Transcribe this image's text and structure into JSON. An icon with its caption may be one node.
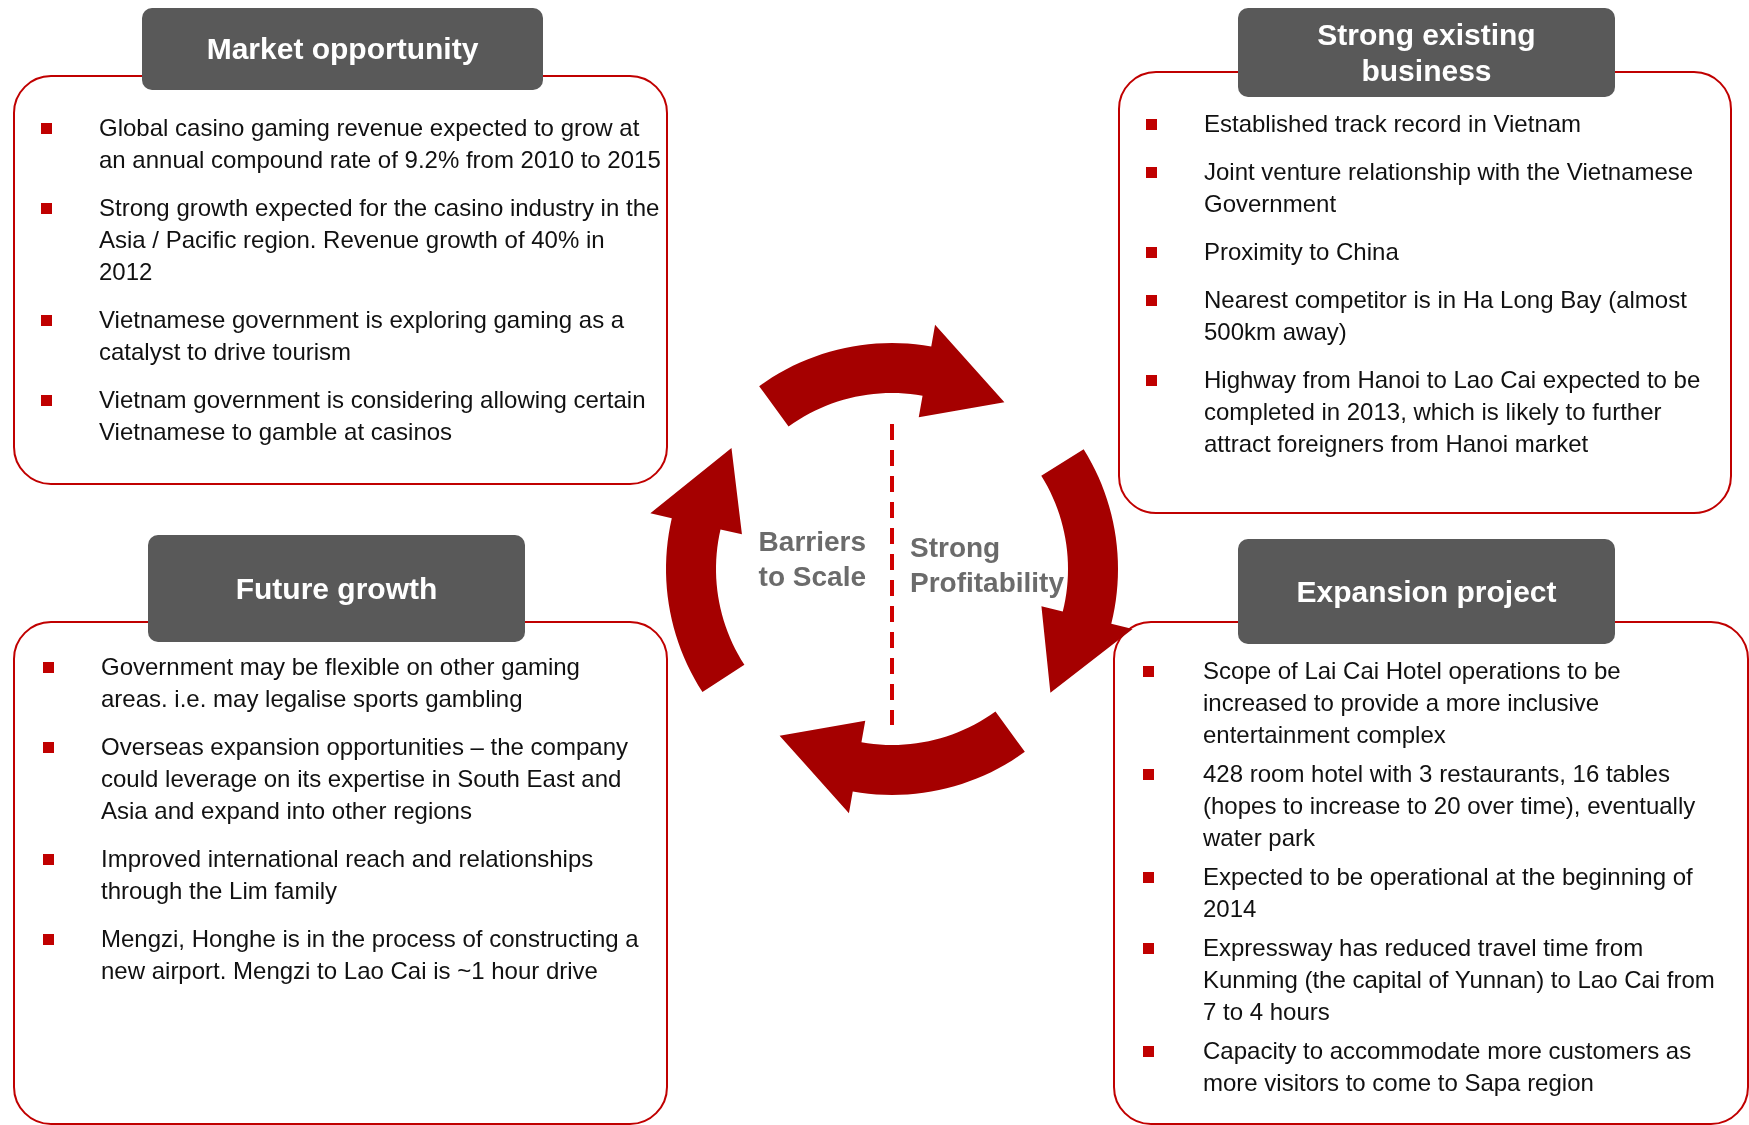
{
  "diagram": {
    "nodes": [
      {
        "text": [
          "Market opportunity",
          "Global casino gaming revenue expected to grow at an annual compound rate of 9.2% from 2010 to 2015",
          "Strong growth expected for the casino industry in the Asia / Pacific region. Revenue growth of 40% in 2012",
          "Vietnamese government is exploring gaming as a catalyst to drive tourism",
          "Vietnam government is considering allowing certain Vietnamese to gamble at casinos"
        ]
      },
      {
        "text": [
          "Strong existing business",
          "Established track record in Vietnam",
          "Joint venture relationship with the Vietnamese Government",
          "Proximity to China",
          "Nearest competitor is in Ha Long Bay (almost 500km away)",
          "Highway from Hanoi to Lao Cai expected to be completed in 2013, which is likely to further attract foreigners from Hanoi market"
        ]
      },
      {
        "text": [
          "Future growth",
          "Government may be flexible on other gaming areas. i.e. may legalise sports gambling",
          "Overseas expansion opportunities – the company could leverage on its expertise in South East and Asia and expand into other regions",
          "Improved international reach and relationships through the Lim family",
          "Mengzi, Honghe is in the process of constructing a new airport. Mengzi to Lao Cai is ~1 hour drive"
        ]
      },
      {
        "text": [
          "Expansion project",
          "Scope of Lai Cai Hotel operations to be increased to provide a more inclusive entertainment complex",
          "428 room hotel with 3 restaurants, 16 tables (hopes to increase to 20 over time), eventually water park",
          "Expected to be operational at the beginning of 2014",
          "Expressway has reduced travel time from Kunming (the capital of Yunnan) to Lao Cai from 7 to 4 hours",
          "Capacity to accommodate more customers as more visitors to come to Sapa region"
        ]
      }
    ],
    "labels": [
      "Barriers to Scale",
      "Strong Profitability"
    ]
  }
}
